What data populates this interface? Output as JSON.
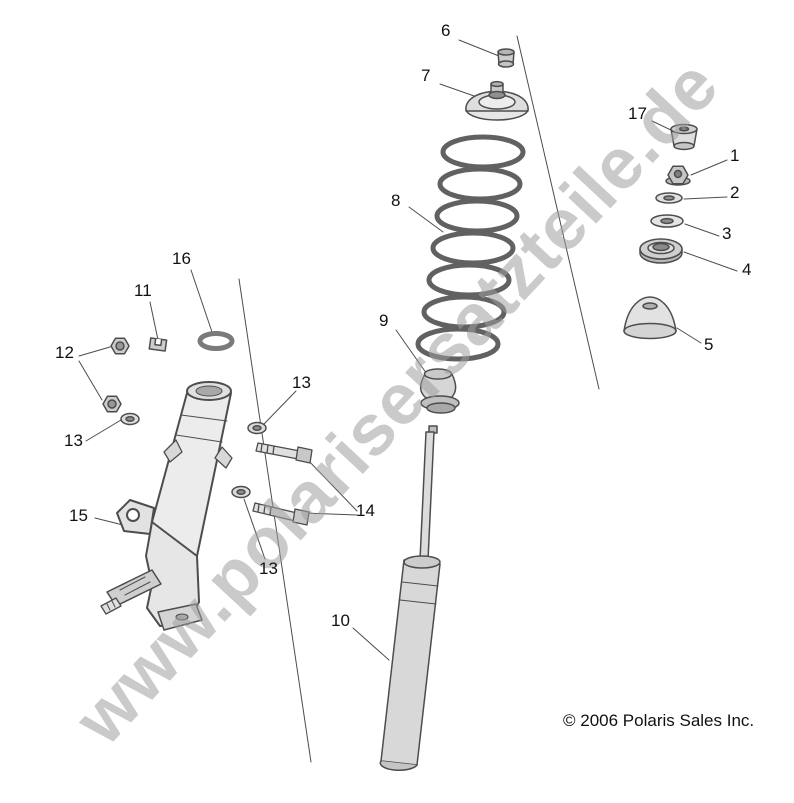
{
  "watermark": "www.polarisersatzteile.de",
  "copyright": "© 2006 Polaris Sales Inc.",
  "callouts": [
    {
      "label": "6"
    },
    {
      "label": "7"
    },
    {
      "label": "8"
    },
    {
      "label": "9"
    },
    {
      "label": "10"
    },
    {
      "label": "17"
    },
    {
      "label": "1"
    },
    {
      "label": "2"
    },
    {
      "label": "3"
    },
    {
      "label": "4"
    },
    {
      "label": "5"
    },
    {
      "label": "16"
    },
    {
      "label": "11"
    },
    {
      "label": "12"
    },
    {
      "label": "13"
    },
    {
      "label": "13"
    },
    {
      "label": "13"
    },
    {
      "label": "14"
    },
    {
      "label": "15"
    }
  ]
}
